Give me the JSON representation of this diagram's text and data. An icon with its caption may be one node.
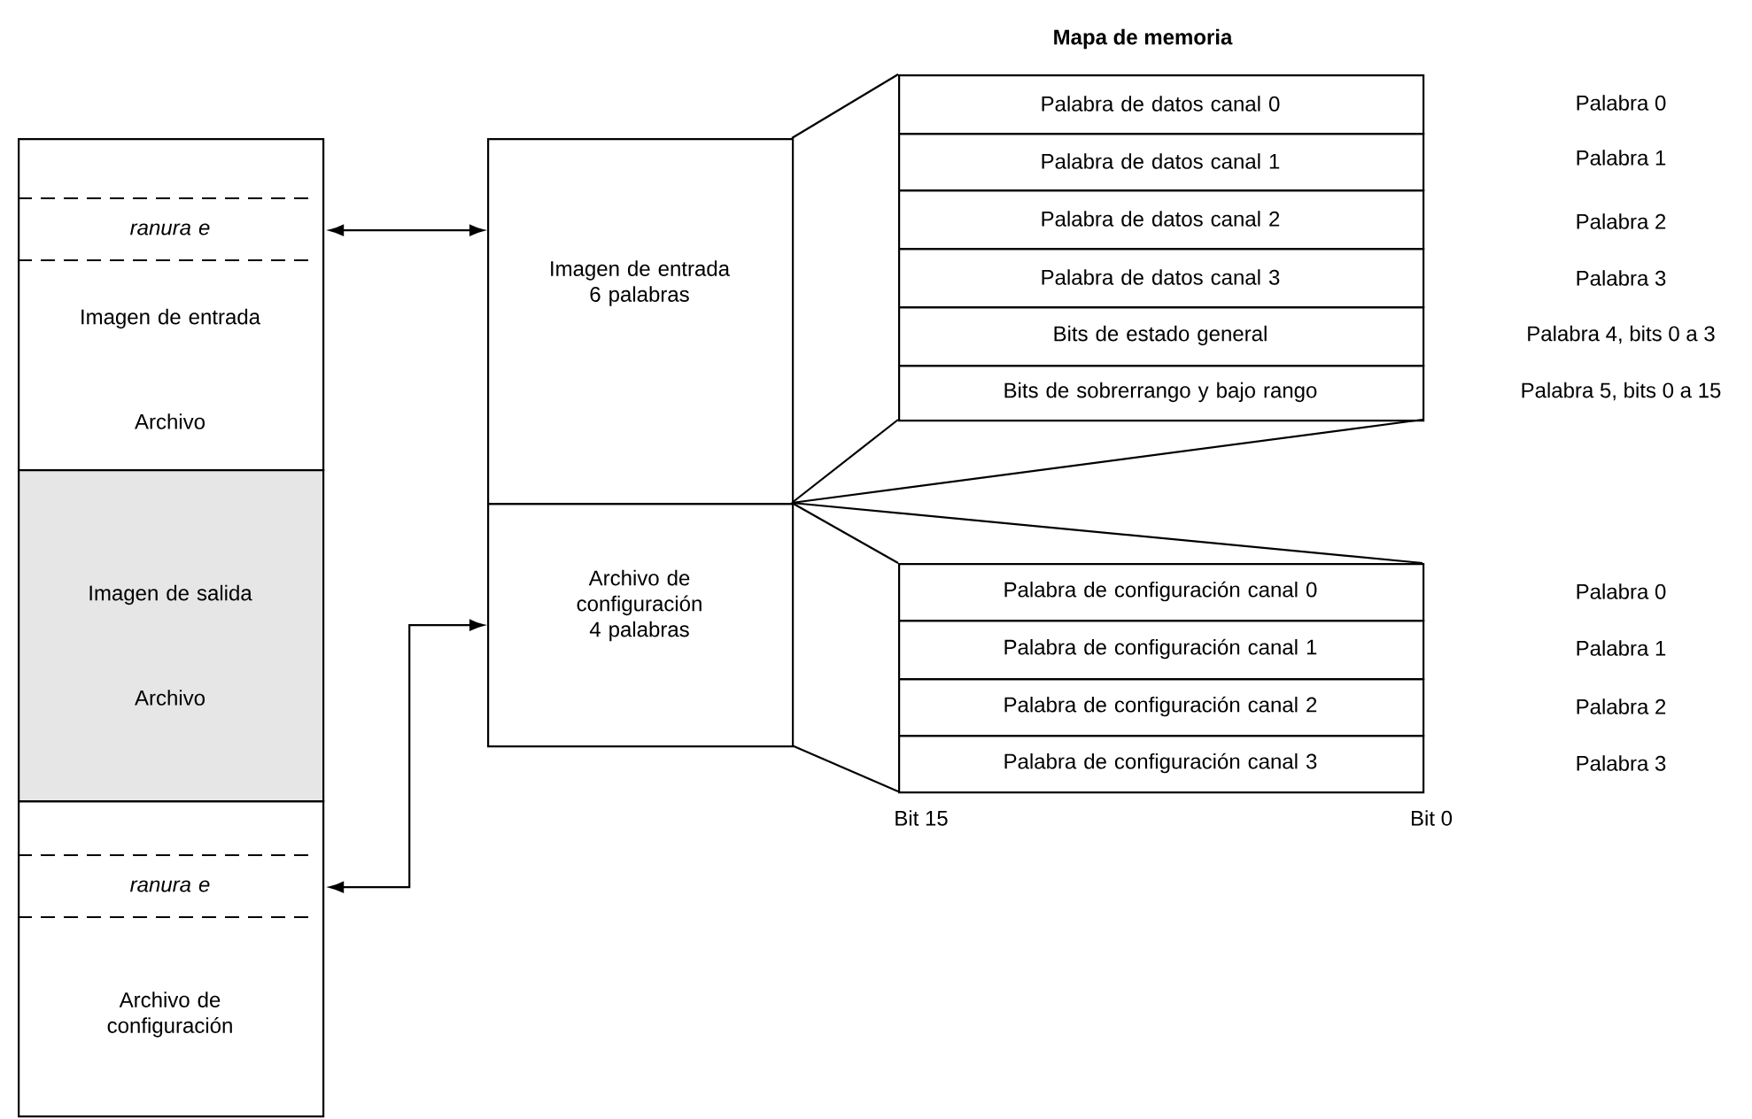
{
  "diagram": {
    "nodes": [
      {
        "text": [
          "Imagen de entrada",
          "Archivo"
        ]
      },
      {
        "text": [
          "ranura e"
        ],
        "in": 0
      },
      {
        "text": [
          "Imagen de salida",
          "Archivo"
        ]
      },
      {
        "text": [
          "Archivo de configuración"
        ]
      },
      {
        "text": [
          "ranura e"
        ],
        "in": 3
      },
      {
        "text": [
          "Imagen de entrada 6 palabras"
        ]
      },
      {
        "text": [
          "Archivo de configuración 4 palabras"
        ]
      },
      {
        "text": [
          "Palabra de datos canal 0"
        ]
      },
      {
        "text": [
          "Palabra de datos canal 1"
        ]
      },
      {
        "text": [
          "Palabra de datos canal 2"
        ]
      },
      {
        "text": [
          "Palabra de datos canal 3"
        ]
      },
      {
        "text": [
          "Bits de estado general"
        ]
      },
      {
        "text": [
          "Bits de sobrerrango y bajo rango"
        ]
      },
      {
        "text": [
          "Palabra de configuración canal 0"
        ]
      },
      {
        "text": [
          "Palabra de configuración canal 1"
        ]
      },
      {
        "text": [
          "Palabra de configuración canal 2"
        ]
      },
      {
        "text": [
          "Palabra de configuración canal 3"
        ]
      }
    ],
    "edges": [
      {
        "from": 1,
        "to": 5,
        "arrow": "both"
      },
      {
        "from": 4,
        "to": 6,
        "arrow": "both"
      }
    ],
    "labels": [
      "Mapa de memoria",
      "Palabra 0",
      "Palabra 1",
      "Palabra 2",
      "Palabra 3",
      "Palabra 4, bits 0 a 3",
      "Palabra 5, bits 0 a 15",
      "Palabra 0",
      "Palabra 1",
      "Palabra 2",
      "Palabra 3",
      "Bit 15",
      "Bit 0"
    ]
  }
}
